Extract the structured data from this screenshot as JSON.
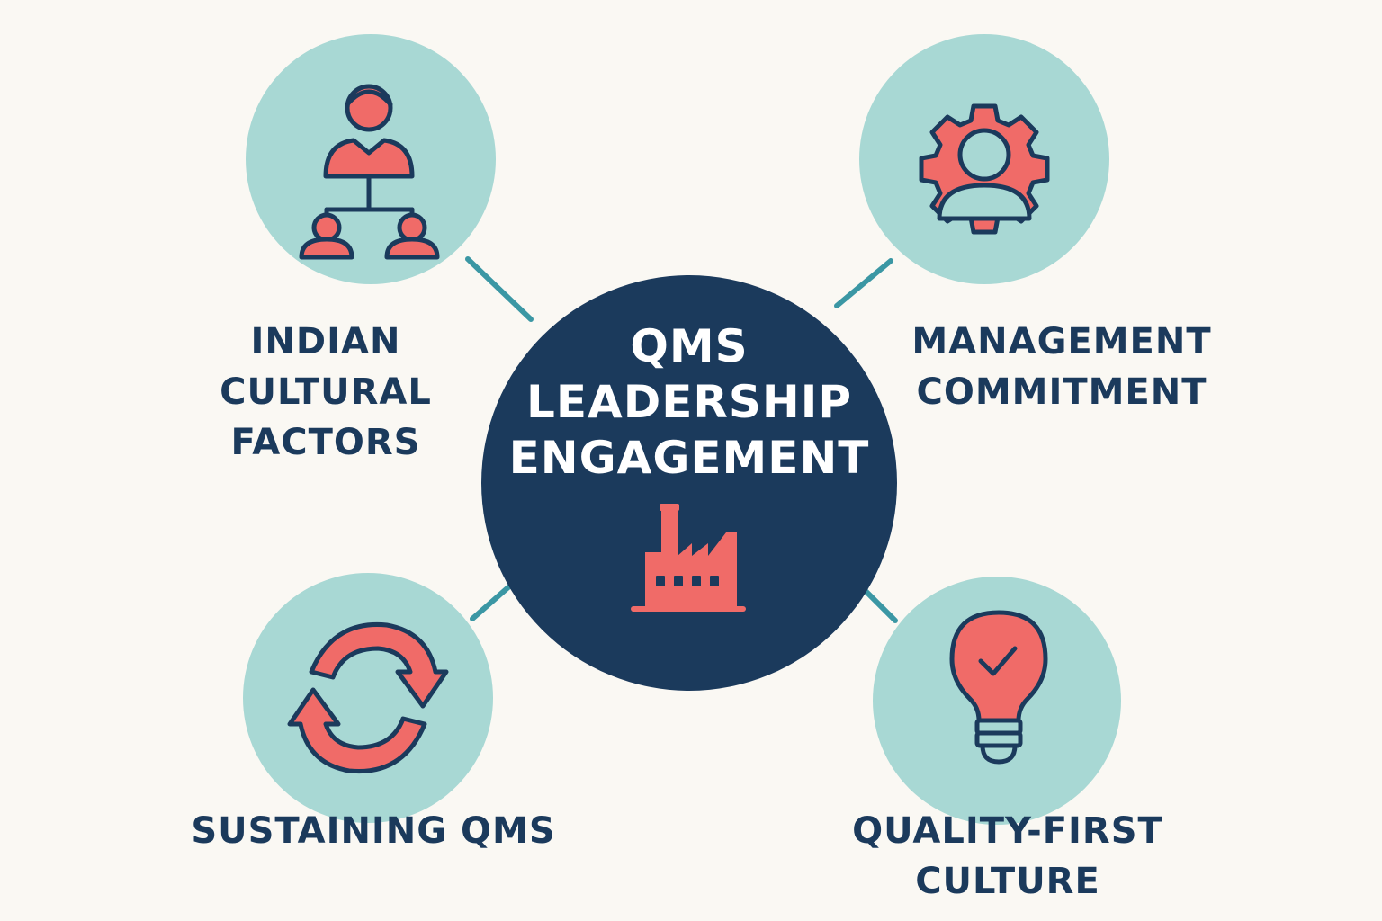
{
  "colors": {
    "background": "#faf8f3",
    "node_fill": "#a8d8d4",
    "center_fill": "#1b3a5c",
    "accent": "#f06b68",
    "ink": "#1b3a5c",
    "connector": "#3b97a4"
  },
  "center": {
    "title_lines": [
      "QMS",
      "LEADERSHIP",
      "ENGAGEMENT"
    ],
    "icon": "factory-icon"
  },
  "nodes": {
    "top_left": {
      "icon": "org-chart-people-icon",
      "label_lines": [
        "INDIAN",
        "CULTURAL",
        "FACTORS"
      ]
    },
    "top_right": {
      "icon": "gear-person-icon",
      "label_lines": [
        "MANAGEMENT",
        "COMMITMENT"
      ]
    },
    "bottom_left": {
      "icon": "cycle-arrows-icon",
      "label_lines": [
        "SUSTAINING QMS"
      ]
    },
    "bottom_right": {
      "icon": "lightbulb-check-icon",
      "label_lines": [
        "QUALITY-FIRST",
        "CULTURE"
      ]
    }
  }
}
